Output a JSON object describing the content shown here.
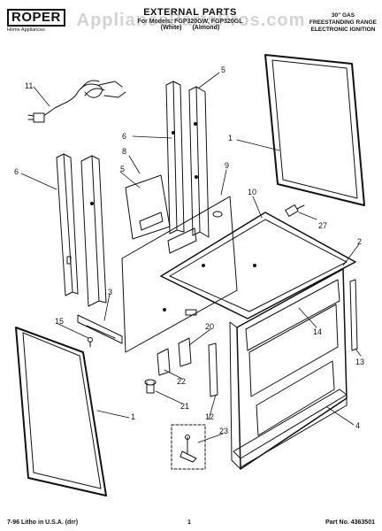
{
  "header": {
    "brand": "ROPER",
    "brand_subtitle": "Home Appliances",
    "title": "EXTERNAL PARTS",
    "models": "For Models: FGP320GW, FGP320GL",
    "color_white": "(White)",
    "color_almond": "(Almond)",
    "spec_line1": "30\" GAS",
    "spec_line2": "FREESTANDING RANGE",
    "spec_line3": "ELECTRONIC IGNITION"
  },
  "watermark": "AppliancePartsPros.com",
  "callouts": {
    "c1a": "1",
    "c1b": "1",
    "c2": "2",
    "c3": "3",
    "c4": "4",
    "c5a": "5",
    "c5b": "5",
    "c6a": "6",
    "c6b": "6",
    "c8": "8",
    "c9": "9",
    "c10": "10",
    "c11": "11",
    "c12": "12",
    "c13": "13",
    "c14": "14",
    "c15": "15",
    "c20": "20",
    "c21": "21",
    "c22": "22",
    "c23": "23",
    "c27": "27"
  },
  "footer": {
    "litho": "7-96 Litho in U.S.A. (drr)",
    "page": "1",
    "part_no": "Part No. 4363501"
  }
}
